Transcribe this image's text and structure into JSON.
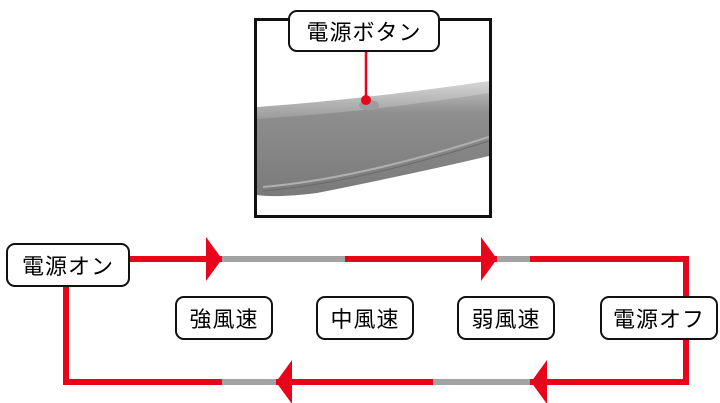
{
  "callout": {
    "text": "電源ボタン"
  },
  "states": {
    "power_on": "電源オン",
    "power_off": "電源オフ",
    "strong": "強風速",
    "medium": "中風速",
    "weak": "弱風速"
  },
  "colors": {
    "arrow": "#e8051c",
    "gap": "#a3a3a3",
    "border": "#111111",
    "device": "#8c8c8c"
  }
}
